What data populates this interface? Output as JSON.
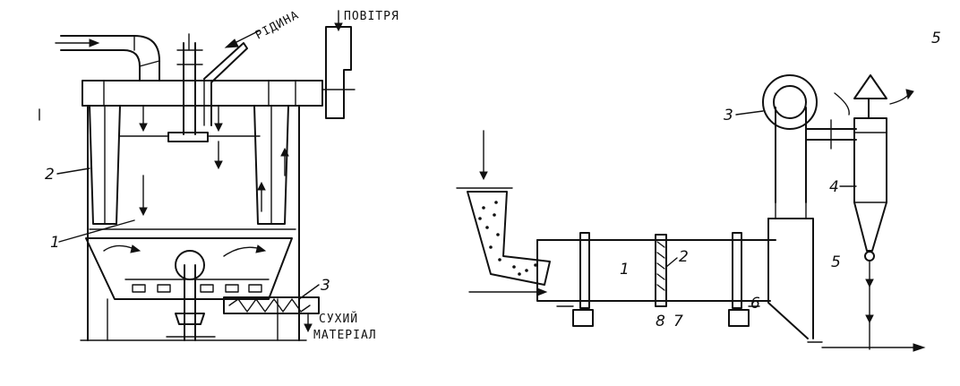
{
  "left_diagram": {
    "labels": {
      "l1": "1",
      "l2": "2",
      "l3": "3"
    },
    "captions": {
      "air": "ПОВІТРЯ",
      "fuel": "РІДИНА",
      "dry_line1": "СУХИЙ",
      "dry_line2": "МАТЕРІАЛ"
    }
  },
  "right_diagram": {
    "labels": {
      "l1": "1",
      "l2": "2",
      "l3": "3",
      "l4": "4",
      "l5": "5",
      "l6": "6",
      "l7": "7",
      "l8": "8"
    }
  },
  "corner_mark": "5"
}
